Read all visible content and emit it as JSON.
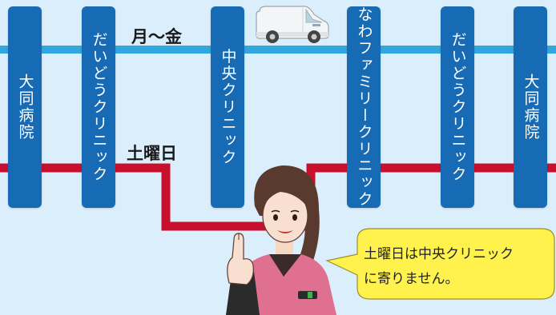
{
  "routes": {
    "weekday": {
      "label": "月〜金",
      "color": "#32a7dd"
    },
    "saturday": {
      "label": "土曜日",
      "color": "#c8102e"
    }
  },
  "stops": [
    {
      "label": "大同病院"
    },
    {
      "label": "だいどうクリニック"
    },
    {
      "label": "中央クリニック"
    },
    {
      "label": "なわファミリークリニック"
    },
    {
      "label": "だいどうクリニック"
    },
    {
      "label": "大同病院"
    }
  ],
  "speech_bubble": {
    "line1": "土曜日は中央クリニック",
    "line2": "に寄りません。",
    "color": "#fff24d"
  },
  "colors": {
    "background": "#dbeefb",
    "stop_box": "#176bb5",
    "scrub_top": "#e07090"
  },
  "icons": {
    "vehicle": "van-icon",
    "person": "nurse-illustration"
  }
}
